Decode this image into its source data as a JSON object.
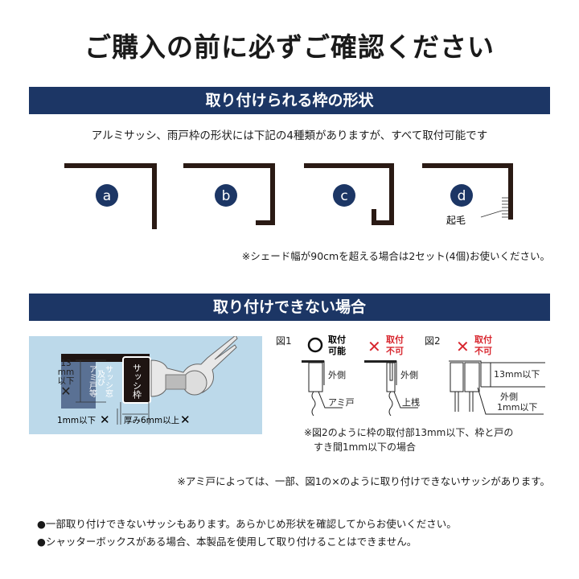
{
  "title": "ご購入の前に必ずご確認ください",
  "section1": {
    "heading": "取り付けられる枠の形状",
    "subtitle": "アルミサッシ、雨戸枠の形状には下記の4種類がありますが、すべて取付可能です",
    "types": [
      "a",
      "b",
      "c",
      "d"
    ],
    "brush_label": "起毛",
    "note": "※シェード幅が90cmを超える場合は2セット(4個)お使いください。"
  },
  "section2": {
    "heading": "取り付けできない場合",
    "diagram": {
      "height_label": [
        "13",
        "mm",
        "以下"
      ],
      "sash_label": [
        "サッシ窓",
        "及び",
        "アミ戸等"
      ],
      "frame_label": "サッシ枠",
      "gap_label": "1mm以下",
      "thickness_label": "厚み6mm以上",
      "x_mark": "✕"
    },
    "fig1": {
      "label": "図1",
      "ok_mark": "○",
      "ok_text": [
        "取付",
        "可能"
      ],
      "ng_mark": "✕",
      "ng_text": [
        "取付",
        "不可"
      ],
      "outside": "外側",
      "screen": "アミ戸",
      "upper": "上桟"
    },
    "fig2": {
      "label": "図2",
      "ng_mark": "✕",
      "ng_text": [
        "取付",
        "不可"
      ],
      "height": "13mm以下",
      "outside": [
        "外側",
        "1mm以下"
      ]
    },
    "fig_note": [
      "※図2のように枠の取付部13mm以下、枠と戸の",
      "すき間1mm以下の場合"
    ],
    "note": "※アミ戸によっては、一部、図1の×のように取り付けできないサッシがあります。"
  },
  "bullets": [
    "●一部取り付けできないサッシもあります。あらかじめ形状を確認してからお使いください。",
    "●シャッターボックスがある場合、本製品を使用して取り付けることはできません。"
  ],
  "colors": {
    "navy": "#1c3665",
    "light_blue": "#bcd9ea",
    "red": "#d8262e",
    "frame": "#2a1a14"
  }
}
